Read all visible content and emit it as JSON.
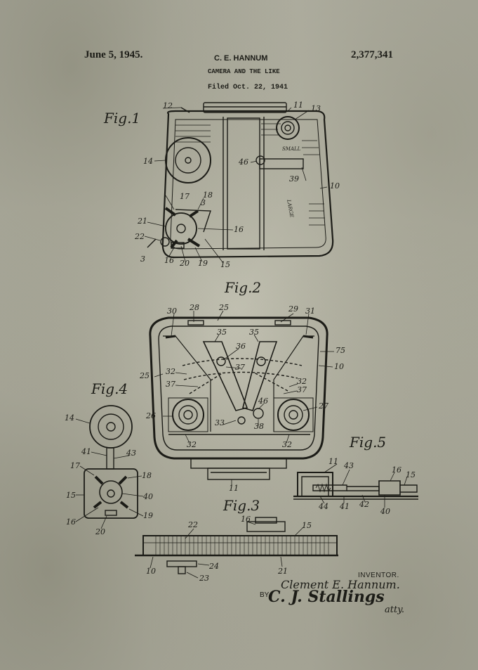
{
  "header": {
    "date": "June 5, 1945.",
    "inventor_short": "C. E. HANNUM",
    "patent_number": "2,377,341",
    "title": "CAMERA AND THE LIKE",
    "filed": "Filed Oct. 22, 1941"
  },
  "figures": {
    "fig1": "Fig.1",
    "fig2": "Fig.2",
    "fig3": "Fig.3",
    "fig4": "Fig.4",
    "fig5": "Fig.5"
  },
  "fig1_labels": {
    "n12": "12",
    "n11": "11",
    "n13": "13",
    "n14": "14",
    "n46": "46",
    "n39": "39",
    "n10": "10",
    "n17": "17",
    "n18": "18",
    "n3a": "3",
    "n21": "21",
    "n22": "22",
    "n16a": "16",
    "n3b": "3",
    "n16b": "16",
    "n20": "20",
    "n19": "19",
    "n15": "15",
    "small": "SMALL",
    "large": "LARGE"
  },
  "fig2_labels": {
    "n30": "30",
    "n28": "28",
    "n25a": "25",
    "n29": "29",
    "n31": "31",
    "n35a": "35",
    "n35b": "35",
    "n36": "36",
    "n75": "75",
    "n25b": "25",
    "n32a": "32",
    "n37a": "37",
    "n32b": "32",
    "n10": "10",
    "n37b": "37",
    "n37c": "37",
    "n46": "46",
    "n26": "26",
    "n27": "27",
    "n33": "33",
    "n38": "38",
    "n32c": "32",
    "n32d": "32",
    "n11": "11"
  },
  "fig4_labels": {
    "n14": "14",
    "n41": "41",
    "n43": "43",
    "n17": "17",
    "n18": "18",
    "n15": "15",
    "n40": "40",
    "n16": "16",
    "n19": "19",
    "n20": "20"
  },
  "fig5_labels": {
    "n11": "11",
    "n43": "43",
    "n16": "16",
    "n15": "15",
    "n44": "44",
    "n41": "41",
    "n42": "42",
    "n40": "40"
  },
  "fig3_labels": {
    "n16": "16",
    "n22": "22",
    "n15": "15",
    "n10": "10",
    "n24": "24",
    "n21": "21",
    "n23": "23"
  },
  "signature": {
    "inventor_label": "INVENTOR.",
    "inventor_name": "Clement E. Hannum.",
    "by": "BY",
    "attorney": "C. J. Stallings",
    "atty": "atty."
  },
  "colors": {
    "paper": "#bdbcae",
    "ink": "#1c1c17"
  }
}
